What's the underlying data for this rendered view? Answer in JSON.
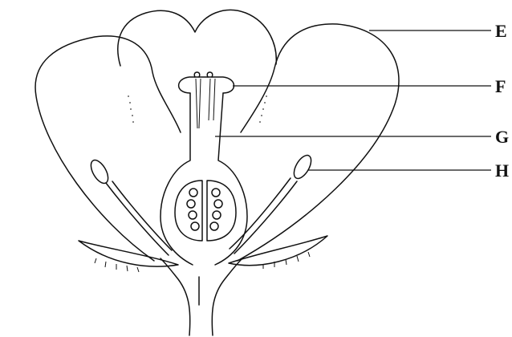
{
  "diagram": {
    "labels": [
      {
        "id": "E",
        "text": "E"
      },
      {
        "id": "F",
        "text": "F"
      },
      {
        "id": "G",
        "text": "G"
      },
      {
        "id": "H",
        "text": "H"
      }
    ]
  }
}
